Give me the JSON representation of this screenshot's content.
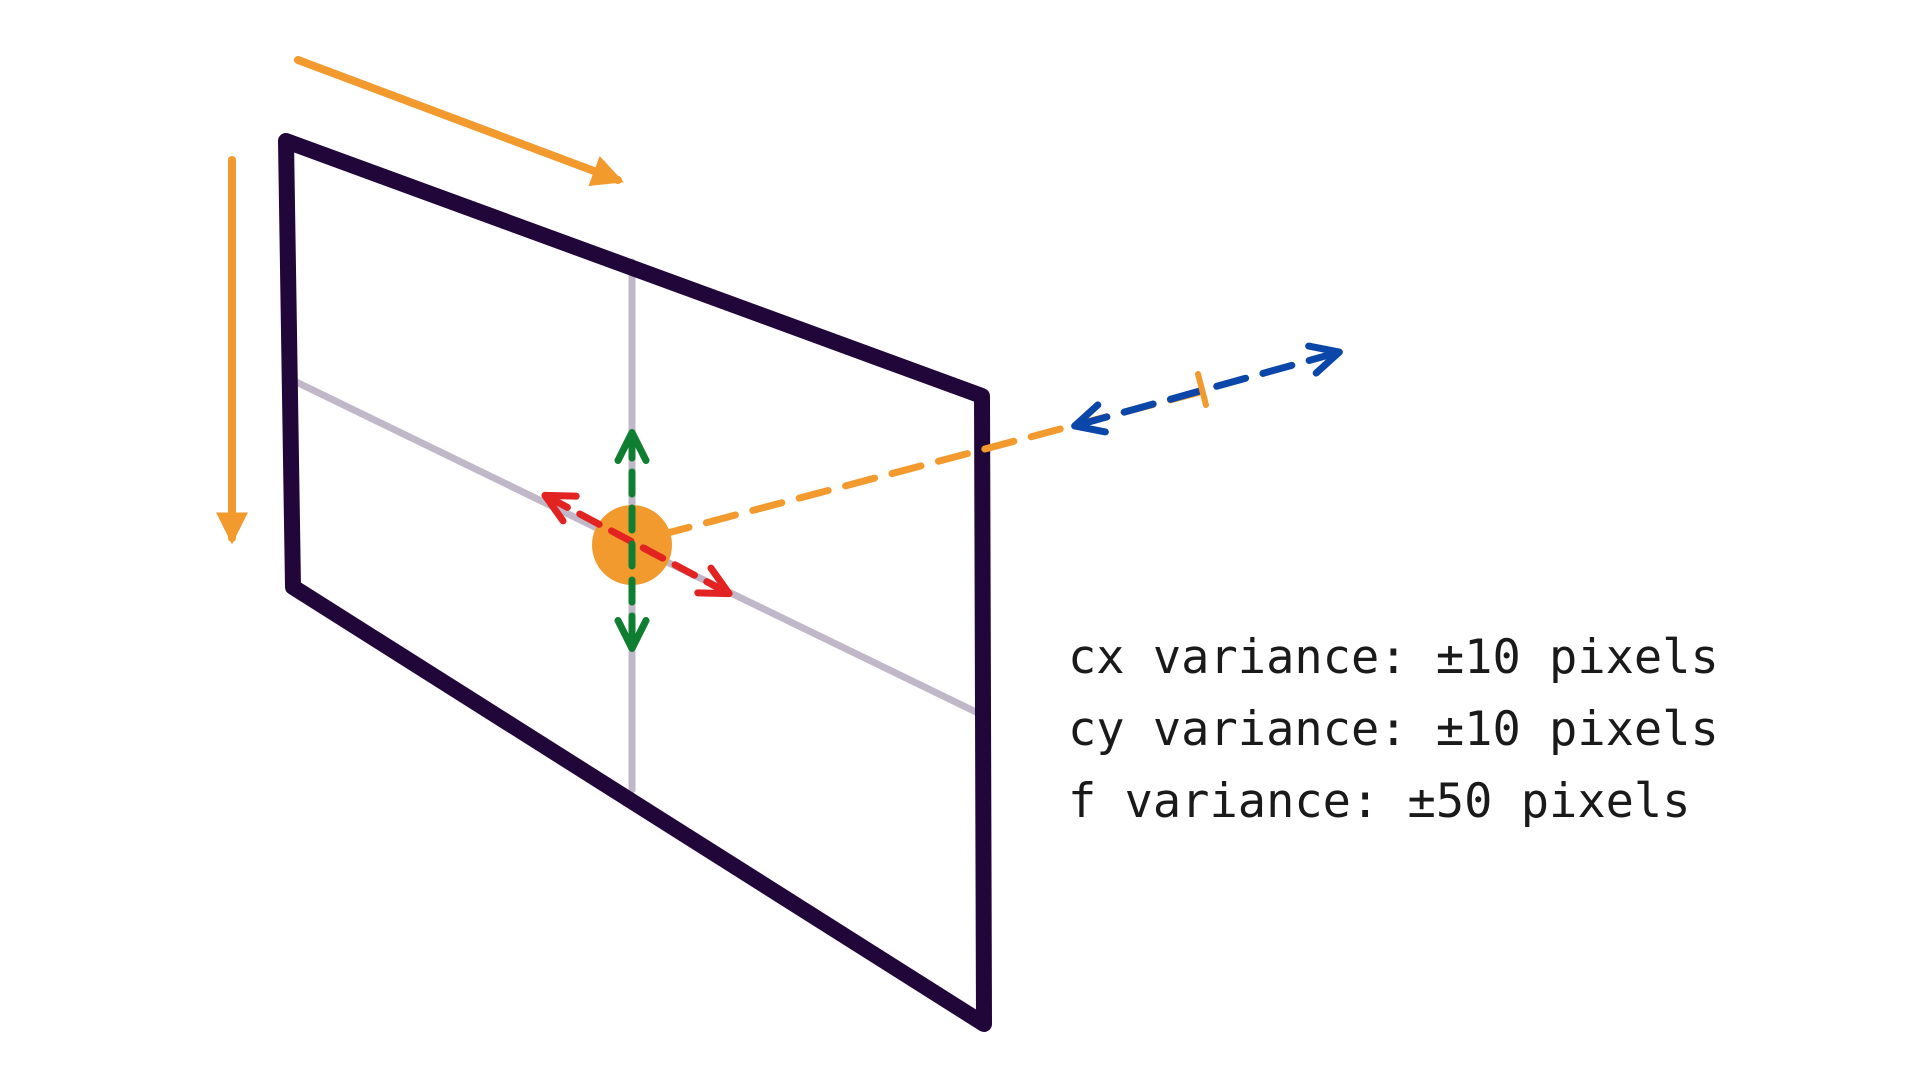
{
  "diagram": {
    "colors": {
      "frame": "#21063a",
      "guide": "#c0b8c8",
      "principal_point": "#f39a2f",
      "axis_arrow": "#f39a2f",
      "cx_arrow": "#e32222",
      "cy_arrow": "#0f7d32",
      "focal_arrow": "#0a47a8",
      "text": "#1a1a1a"
    },
    "icons": [
      "image-plane",
      "principal-point",
      "u-axis-arrow",
      "v-axis-arrow",
      "cx-variance-arrow",
      "cy-variance-arrow",
      "optical-axis",
      "focal-variance-arrow"
    ]
  },
  "annotations": [
    {
      "text": "cx variance: ±10 pixels"
    },
    {
      "text": "cy variance: ±10 pixels"
    },
    {
      "text": "f variance: ±50 pixels"
    }
  ]
}
